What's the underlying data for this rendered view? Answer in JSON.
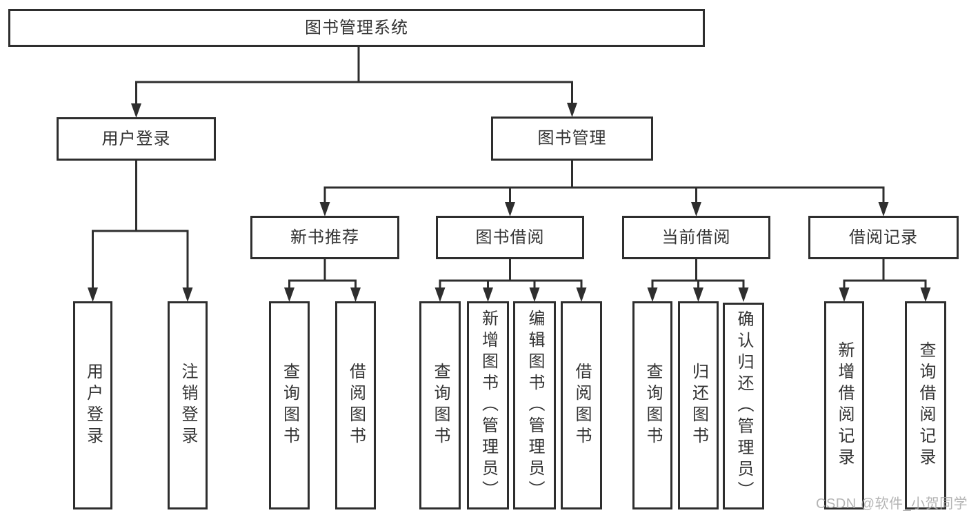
{
  "diagram": {
    "title": "图书管理系统",
    "nodes": [
      {
        "id": "root",
        "label": "图书管理系统",
        "parent": null,
        "shape": "wide",
        "level": 1
      },
      {
        "id": "user-login",
        "label": "用户登录",
        "parent": "root",
        "shape": "wide",
        "level": 2
      },
      {
        "id": "book-mgmt",
        "label": "图书管理",
        "parent": "root",
        "shape": "wide",
        "level": 2
      },
      {
        "id": "new-book-recommend",
        "label": "新书推荐",
        "parent": "book-mgmt",
        "shape": "wide",
        "level": 3
      },
      {
        "id": "book-borrow",
        "label": "图书借阅",
        "parent": "book-mgmt",
        "shape": "wide",
        "level": 3
      },
      {
        "id": "current-borrow",
        "label": "当前借阅",
        "parent": "book-mgmt",
        "shape": "wide",
        "level": 3
      },
      {
        "id": "borrow-record",
        "label": "借阅记录",
        "parent": "book-mgmt",
        "shape": "wide",
        "level": 3
      },
      {
        "id": "user-login-leaf",
        "label": "用户登录",
        "parent": "user-login",
        "shape": "tall",
        "level": 4
      },
      {
        "id": "logout",
        "label": "注销登录",
        "parent": "user-login",
        "shape": "tall",
        "level": 4
      },
      {
        "id": "nb-query",
        "label": "查询图书",
        "parent": "new-book-recommend",
        "shape": "tall",
        "level": 4
      },
      {
        "id": "nb-borrow",
        "label": "借阅图书",
        "parent": "new-book-recommend",
        "shape": "tall",
        "level": 4
      },
      {
        "id": "bb-query",
        "label": "查询图书",
        "parent": "book-borrow",
        "shape": "tall",
        "level": 4
      },
      {
        "id": "bb-add",
        "label": "新增图书（管理员）",
        "parent": "book-borrow",
        "shape": "tall",
        "level": 4
      },
      {
        "id": "bb-edit",
        "label": "编辑图书（管理员）",
        "parent": "book-borrow",
        "shape": "tall",
        "level": 4
      },
      {
        "id": "bb-borrow",
        "label": "借阅图书",
        "parent": "book-borrow",
        "shape": "tall",
        "level": 4
      },
      {
        "id": "cb-query",
        "label": "查询图书",
        "parent": "current-borrow",
        "shape": "tall",
        "level": 4
      },
      {
        "id": "cb-return",
        "label": "归还图书",
        "parent": "current-borrow",
        "shape": "tall",
        "level": 4
      },
      {
        "id": "cb-confirm",
        "label": "确认归还（管理员）",
        "parent": "current-borrow",
        "shape": "tall",
        "level": 4
      },
      {
        "id": "br-add",
        "label": "新增借阅记录",
        "parent": "borrow-record",
        "shape": "tall",
        "level": 4
      },
      {
        "id": "br-query",
        "label": "查询借阅记录",
        "parent": "borrow-record",
        "shape": "tall",
        "level": 4
      }
    ]
  },
  "watermark": {
    "text": "CSDN @软件_小贺同学"
  },
  "colors": {
    "line": "#2e2e2e",
    "text": "#333333",
    "background": "#ffffff",
    "watermark": "#a8a8a8"
  }
}
